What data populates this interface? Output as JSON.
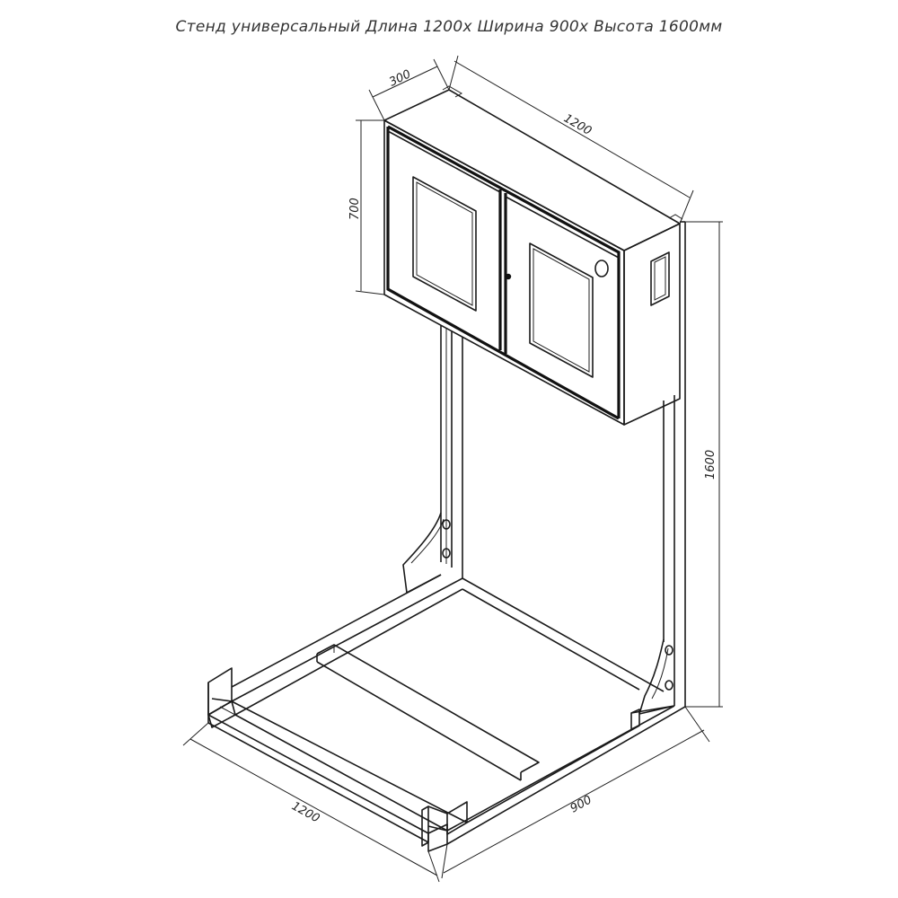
{
  "title": "Стенд универсальный Длина 1200х Ширина 900х Высота 1600мм",
  "dimensions": {
    "cabinet_depth": "300",
    "cabinet_length": "1200",
    "cabinet_height": "700",
    "stand_height": "1600",
    "base_length": "1200",
    "base_width": "900"
  },
  "colors": {
    "line": "#1a1a1a",
    "background": "#ffffff"
  }
}
